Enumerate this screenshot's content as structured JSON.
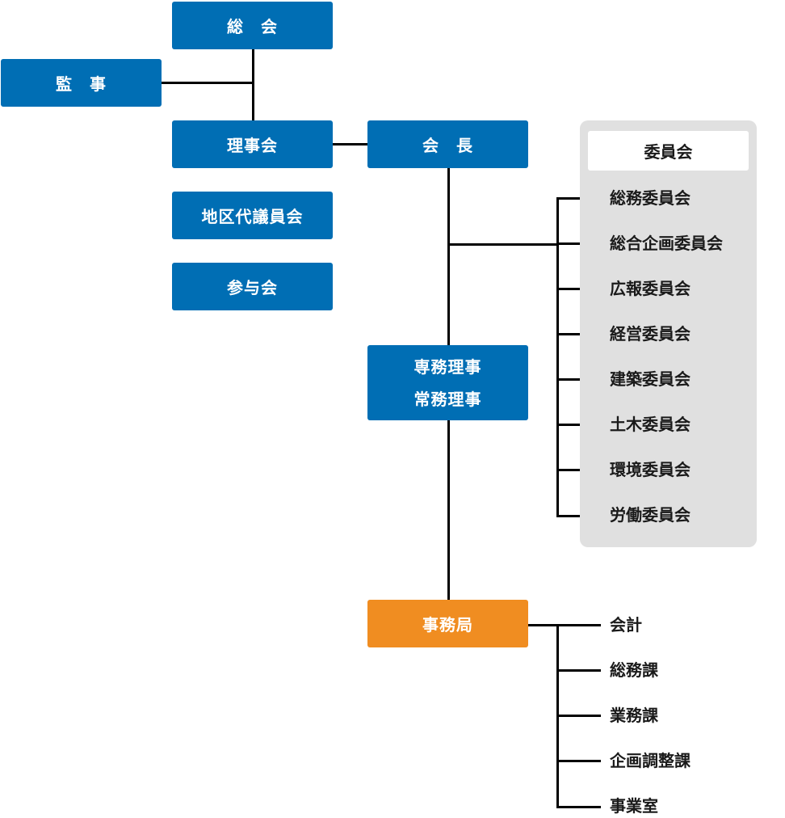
{
  "colors": {
    "primary": "#006eb4",
    "accent": "#f08d21",
    "panel": "#e0e0e0",
    "line": "#000000"
  },
  "nodes": {
    "general_meeting": "総　会",
    "auditor": "監　事",
    "board": "理事会",
    "president": "会　長",
    "district_delegates": "地区代議員会",
    "advisors": "参与会",
    "executive_directors": [
      "専務理事",
      "常務理事"
    ],
    "secretariat": "事務局"
  },
  "committees": {
    "title": "委員会",
    "items": [
      "総務委員会",
      "総合企画委員会",
      "広報委員会",
      "経営委員会",
      "建築委員会",
      "土木委員会",
      "環境委員会",
      "労働委員会"
    ]
  },
  "secretariat_units": [
    "会計",
    "総務課",
    "業務課",
    "企画調整課",
    "事業室"
  ]
}
